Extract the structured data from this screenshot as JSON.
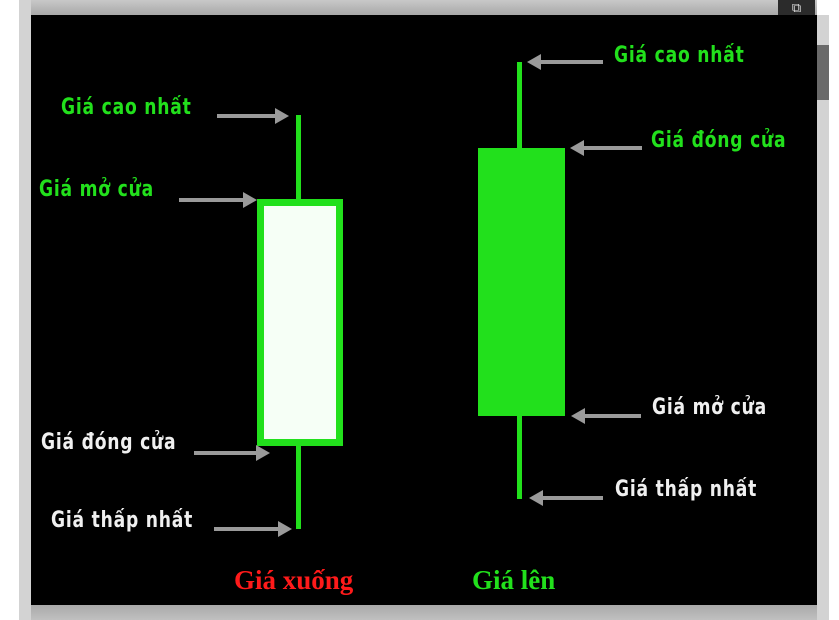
{
  "viewer": {
    "expand_icon": "external-link-icon",
    "expand_glyph": "⧉"
  },
  "diagram": {
    "title": "Candlestick chart anatomy",
    "colors": {
      "background": "#000000",
      "candle": "#22e01c",
      "down_body_fill": "#f6fff6",
      "arrow": "#9a9a9a",
      "label_green": "#22e01c",
      "label_white": "#f0f0f0",
      "caption_down": "#ff1a1a",
      "caption_up": "#22e01c"
    },
    "down_candle": {
      "caption": "Giá xuống",
      "labels": {
        "high": "Giá cao nhất",
        "open": "Giá mở cửa",
        "close": "Giá đóng cửa",
        "low": "Giá thấp nhất"
      }
    },
    "up_candle": {
      "caption": "Giá lên",
      "labels": {
        "high": "Giá cao nhất",
        "close": "Giá đóng cửa",
        "open": "Giá mở cửa",
        "low": "Giá thấp nhất"
      }
    }
  }
}
